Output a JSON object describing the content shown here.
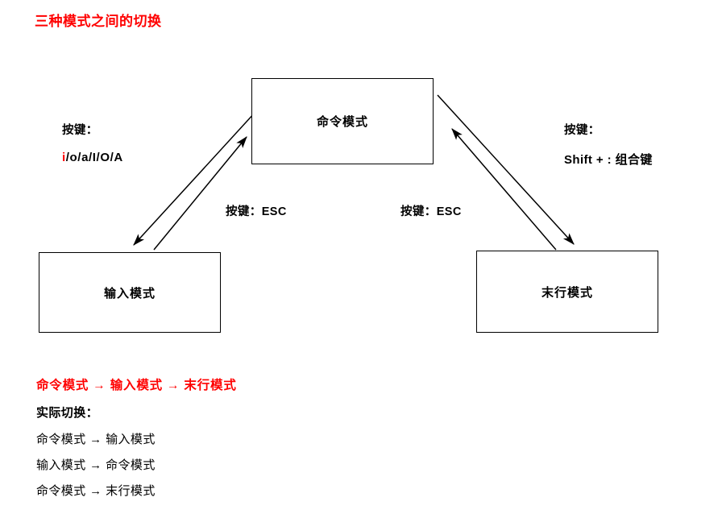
{
  "page": {
    "title": "三种模式之间的切换",
    "title_color": "#ff0000",
    "background": "#ffffff",
    "stroke_color": "#000000"
  },
  "diagram": {
    "type": "state-transition-diagram",
    "nodes": [
      {
        "id": "command",
        "label": "命令模式"
      },
      {
        "id": "input",
        "label": "输入模式"
      },
      {
        "id": "lastline",
        "label": "末行模式"
      }
    ],
    "edge_labels": {
      "left_key_heading": "按键：",
      "left_keys": "i/o/a/I/O/A",
      "left_keys_highlight": "i",
      "left_keys_rest": "/o/a/I/O/A",
      "left_keys_highlight_color": "#ff0000",
      "right_key_heading": "按键：",
      "right_keys": "Shift + : 组合键",
      "esc_left": "按键：ESC",
      "esc_right": "按键：ESC"
    },
    "transitions": [
      {
        "from": "command",
        "to": "input",
        "trigger": "i/o/a/I/O/A"
      },
      {
        "from": "input",
        "to": "command",
        "trigger": "ESC"
      },
      {
        "from": "command",
        "to": "lastline",
        "trigger": "Shift + : 组合键"
      },
      {
        "from": "lastline",
        "to": "command",
        "trigger": "ESC"
      }
    ]
  },
  "footer": {
    "flow_summary": "命令模式 → 输入模式 →  末行模式",
    "actual_heading": "实际切换：",
    "flow_lines": [
      "命令模式 → 输入模式",
      "输入模式 → 命令模式",
      "命令模式 → 末行模式"
    ]
  }
}
